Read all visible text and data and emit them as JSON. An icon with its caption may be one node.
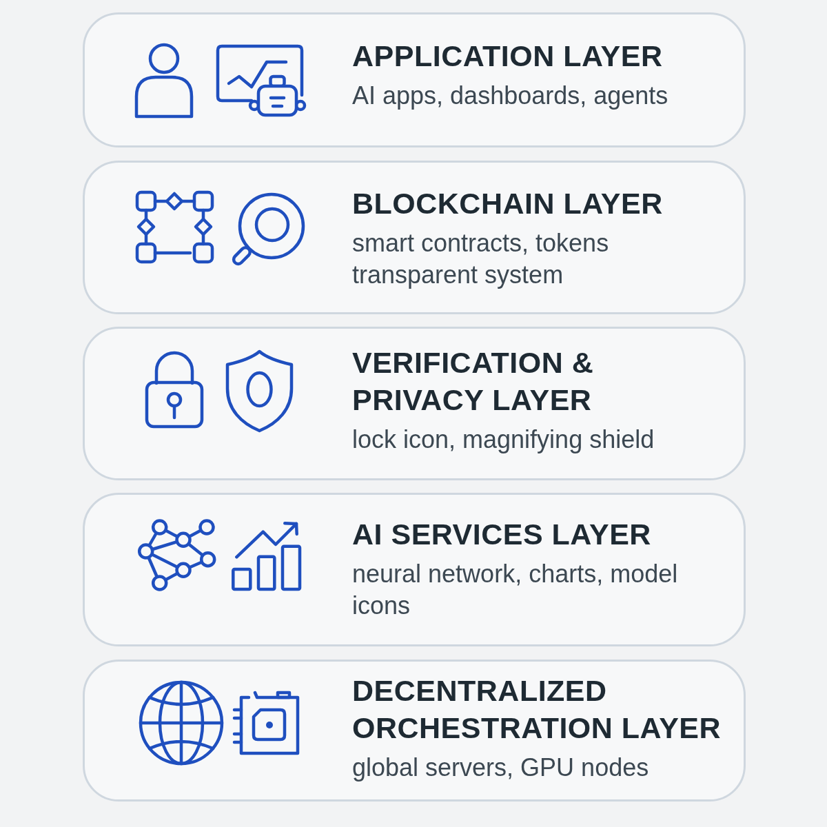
{
  "diagram": {
    "nodes": [
      {
        "text": [
          "APPLICATION LAYER",
          "AI apps, dashboards, agents"
        ]
      },
      {
        "text": [
          "BLOCKCHAIN LAYER",
          "smart contracts, tokens transparent system"
        ]
      },
      {
        "text": [
          "VERIFICATION & PRIVACY LAYER",
          "lock icon, magnifying shield"
        ]
      },
      {
        "text": [
          "AI SERVICES LAYER",
          "neural network, charts, model icons"
        ]
      },
      {
        "text": [
          "DECENTRALIZED ORCHESTRATION LAYER",
          "global servers, GPU nodes"
        ]
      }
    ]
  }
}
